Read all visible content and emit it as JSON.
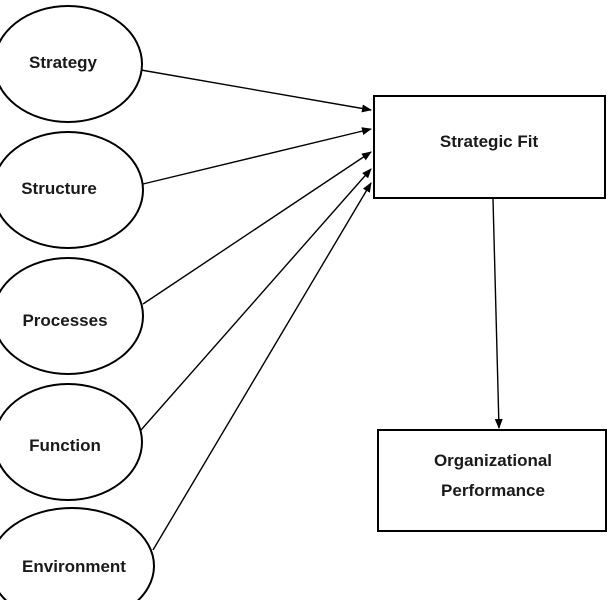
{
  "diagram": {
    "nodes": {
      "strategy": "Strategy",
      "structure": "Structure",
      "processes": "Processes",
      "function": "Function",
      "environment": "Environment",
      "strategic_fit": "Strategic Fit",
      "org_performance_line1": "Organizational",
      "org_performance_line2": "Performance"
    },
    "edges": [
      {
        "from": "Strategy",
        "to": "Strategic Fit"
      },
      {
        "from": "Structure",
        "to": "Strategic Fit"
      },
      {
        "from": "Processes",
        "to": "Strategic Fit"
      },
      {
        "from": "Function",
        "to": "Strategic Fit"
      },
      {
        "from": "Environment",
        "to": "Strategic Fit"
      },
      {
        "from": "Strategic Fit",
        "to": "Organizational Performance"
      }
    ]
  }
}
